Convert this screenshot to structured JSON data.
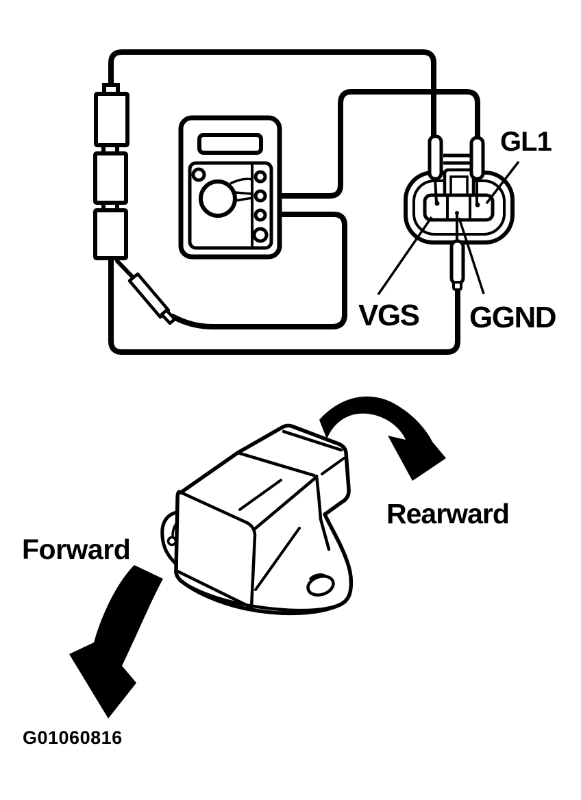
{
  "figure_code": "G01060816",
  "colors": {
    "ink": "#000000",
    "background": "#ffffff"
  },
  "wiring_test_figure": {
    "description": "multimeter-connected-to-sensor-connector",
    "pin_labels": {
      "gl1": "GL1",
      "vgs": "VGS",
      "ggnd": "GGND"
    }
  },
  "orientation_figure": {
    "description": "sensor-rotation-directions",
    "labels": {
      "rearward": "Rearward",
      "forward": "Forward"
    }
  }
}
